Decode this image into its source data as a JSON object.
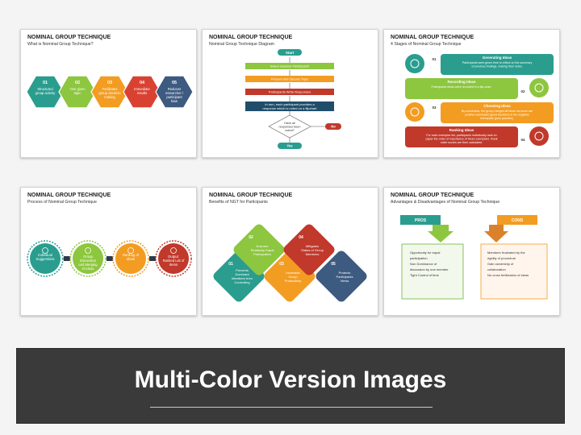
{
  "colors": {
    "teal": "#2a9d8f",
    "green": "#8dc63f",
    "orange": "#f39c22",
    "red": "#d94232",
    "darkred": "#c0392b",
    "navy": "#1f4e6b",
    "slate": "#3d5a80",
    "banner": "#3a3a3a"
  },
  "slides": [
    {
      "title": "NOMINAL GROUP TECHNIQUE",
      "subtitle": "What is Nominal Group Technique?",
      "hexes": [
        {
          "num": "01",
          "text": [
            "Structured",
            "group activity"
          ]
        },
        {
          "num": "02",
          "text": [
            "One given",
            "topic"
          ]
        },
        {
          "num": "03",
          "text": [
            "Facilitates",
            "group decision",
            "making"
          ]
        },
        {
          "num": "04",
          "text": [
            "Immediate",
            "results"
          ]
        },
        {
          "num": "05",
          "text": [
            "Reduces",
            "researcher /",
            "participant",
            "bias"
          ]
        }
      ]
    },
    {
      "title": "NOMINAL GROUP TECHNIQUE",
      "subtitle": "Nominal Group Technique Diagram",
      "start": "Start",
      "steps": [
        "Select Session Participants",
        "Present and discuss Topic",
        "Participants Write Responses",
        "In turn, each participant provides a response which is noted on a flipchart"
      ],
      "decision": [
        "Have all",
        "responses been",
        "noted?"
      ],
      "no": "No",
      "yes": "Yes"
    },
    {
      "title": "NOMINAL GROUP TECHNIQUE",
      "subtitle": "4 Stages of Nominal Group Technique",
      "stages": [
        {
          "num": "01",
          "title": "Generating Ideas",
          "text": [
            "Participants were given time to reflect on the summary",
            "of previous findings, making their notes."
          ]
        },
        {
          "num": "02",
          "title": "Recording Ideas",
          "text": [
            "Participants ideas were recorded in a flip-chart."
          ]
        },
        {
          "num": "03",
          "title": "Choosing Ideas",
          "text": [
            "By consensus, the group merged all ideas via issue are",
            "positive exemplars (good decision) & the negative",
            "exemplars (poor practice)."
          ]
        },
        {
          "num": "04",
          "title": "Ranking Ideas",
          "text": [
            "For each exemplar list, participants individually rank on",
            "paper the order of importance of these exemplars. Rank",
            "order scores are then calculated."
          ]
        }
      ]
    },
    {
      "title": "NOMINAL GROUP TECHNIQUE",
      "subtitle": "Process of Nominal Group Technique",
      "circles": [
        {
          "text": [
            "Individual",
            "Suggestions"
          ]
        },
        {
          "text": [
            "Group",
            "Discussion",
            "and Merging",
            "of Ideas"
          ]
        },
        {
          "text": [
            "Ranking of",
            "Ideas"
          ]
        },
        {
          "text": [
            "Output:",
            "Ranked List of",
            "Items"
          ]
        }
      ]
    },
    {
      "title": "NOMINAL GROUP TECHNIQUE",
      "subtitle": "Benefits of NGT for Participants",
      "diamonds": [
        {
          "num": "01",
          "text": [
            "Prevents",
            "Dominant",
            "Members from",
            "Controlling"
          ]
        },
        {
          "num": "02",
          "text": [
            "Ensures",
            "Relatively Equal",
            "Participation"
          ]
        },
        {
          "num": "03",
          "text": [
            "Increases",
            "Group",
            "Productivity"
          ]
        },
        {
          "num": "04",
          "text": [
            "Mitigates",
            "Status of Group",
            "Members"
          ]
        },
        {
          "num": "05",
          "text": [
            "Protects",
            "Participants",
            "Views"
          ]
        }
      ]
    },
    {
      "title": "NOMINAL GROUP TECHNIQUE",
      "subtitle": "Advantages & Disadvantages of Nominal Group Technique",
      "pros_label": "PROS",
      "cons_label": "CONS",
      "pros": [
        "Opportunity for equal",
        "participation",
        "Non Dominance of",
        "discussion by one member",
        "Tight Control of time"
      ],
      "cons": [
        "Members frustrated by the",
        "rigidity of procedure",
        "Gain ownership of",
        "collaboration",
        "No cross fertilization of ideas"
      ]
    }
  ],
  "banner_title": "Multi-Color Version Images"
}
